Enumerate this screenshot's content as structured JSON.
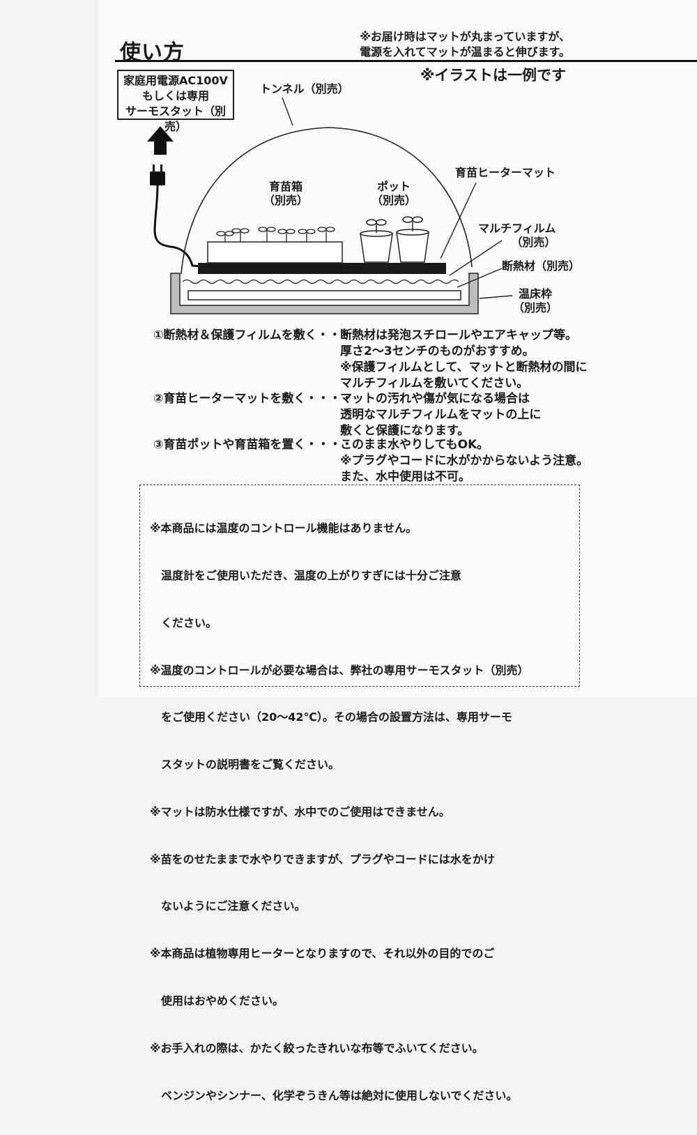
{
  "header": {
    "title": "使い方",
    "notice_lines": [
      "※お届け時はマットが丸まっていますが、",
      "電源を入れてマットが温まると伸びます。"
    ],
    "illustration_note": "※イラストは一例です"
  },
  "diagram": {
    "power_lines": [
      "家庭用電源AC100V",
      "もしくは専用",
      "サーモスタット（別売）"
    ],
    "labels": {
      "tunnel": "トンネル（別売）",
      "seed_box": [
        "育苗箱",
        "（別売）"
      ],
      "pot": [
        "ポット",
        "（別売）"
      ],
      "heater_mat": "育苗ヒーターマット",
      "mulch_film": [
        "マルチフィルム",
        "（別売）"
      ],
      "insulation": "断熱材（別売）",
      "hotbed_frame": [
        "温床枠",
        "（別売）"
      ]
    }
  },
  "steps": [
    {
      "label": "①断熱材＆保護フィルムを敷く・・・",
      "lines": [
        "断熱材は発泡スチロールやエアキャップ等。",
        "厚さ2〜3センチのものがおすすめ。",
        "※保護フィルムとして、マットと断熱材の間に",
        "マルチフィルムを敷いてください。"
      ]
    },
    {
      "label": "②育苗ヒーターマットを敷く・・・・",
      "lines": [
        "マットの汚れや傷が気になる場合は",
        "透明なマルチフィルムをマットの上に",
        "敷くと保護になります。"
      ]
    },
    {
      "label": "③育苗ポットや育苗箱を置く・・・・",
      "lines": [
        "このまま水やりしてもOK。",
        "※プラグやコードに水がかからないよう注意。",
        "また、水中使用は不可。"
      ]
    }
  ],
  "caution_lines": [
    "※本商品には温度のコントロール機能はありません。",
    "　温度計をご使用いただき、温度の上がりすぎには十分ご注意",
    "　ください。",
    "※温度のコントロールが必要な場合は、弊社の専用サーモスタット（別売）",
    "　をご使用ください（20〜42℃）。その場合の設置方法は、専用サーモ",
    "　スタットの説明書をご覧ください。",
    "※マットは防水仕様ですが、水中でのご使用はできません。",
    "※苗をのせたままで水やりできますが、プラグやコードには水をかけ",
    "　ないようにご注意ください。",
    "※本商品は植物専用ヒーターとなりますので、それ以外の目的でのご",
    "　使用はおやめください。",
    "※お手入れの際は、かたく絞ったきれいな布等でふいてください。",
    "　ベンジンやシンナー、化学ぞうきん等は絶対に使用しないでください。"
  ]
}
